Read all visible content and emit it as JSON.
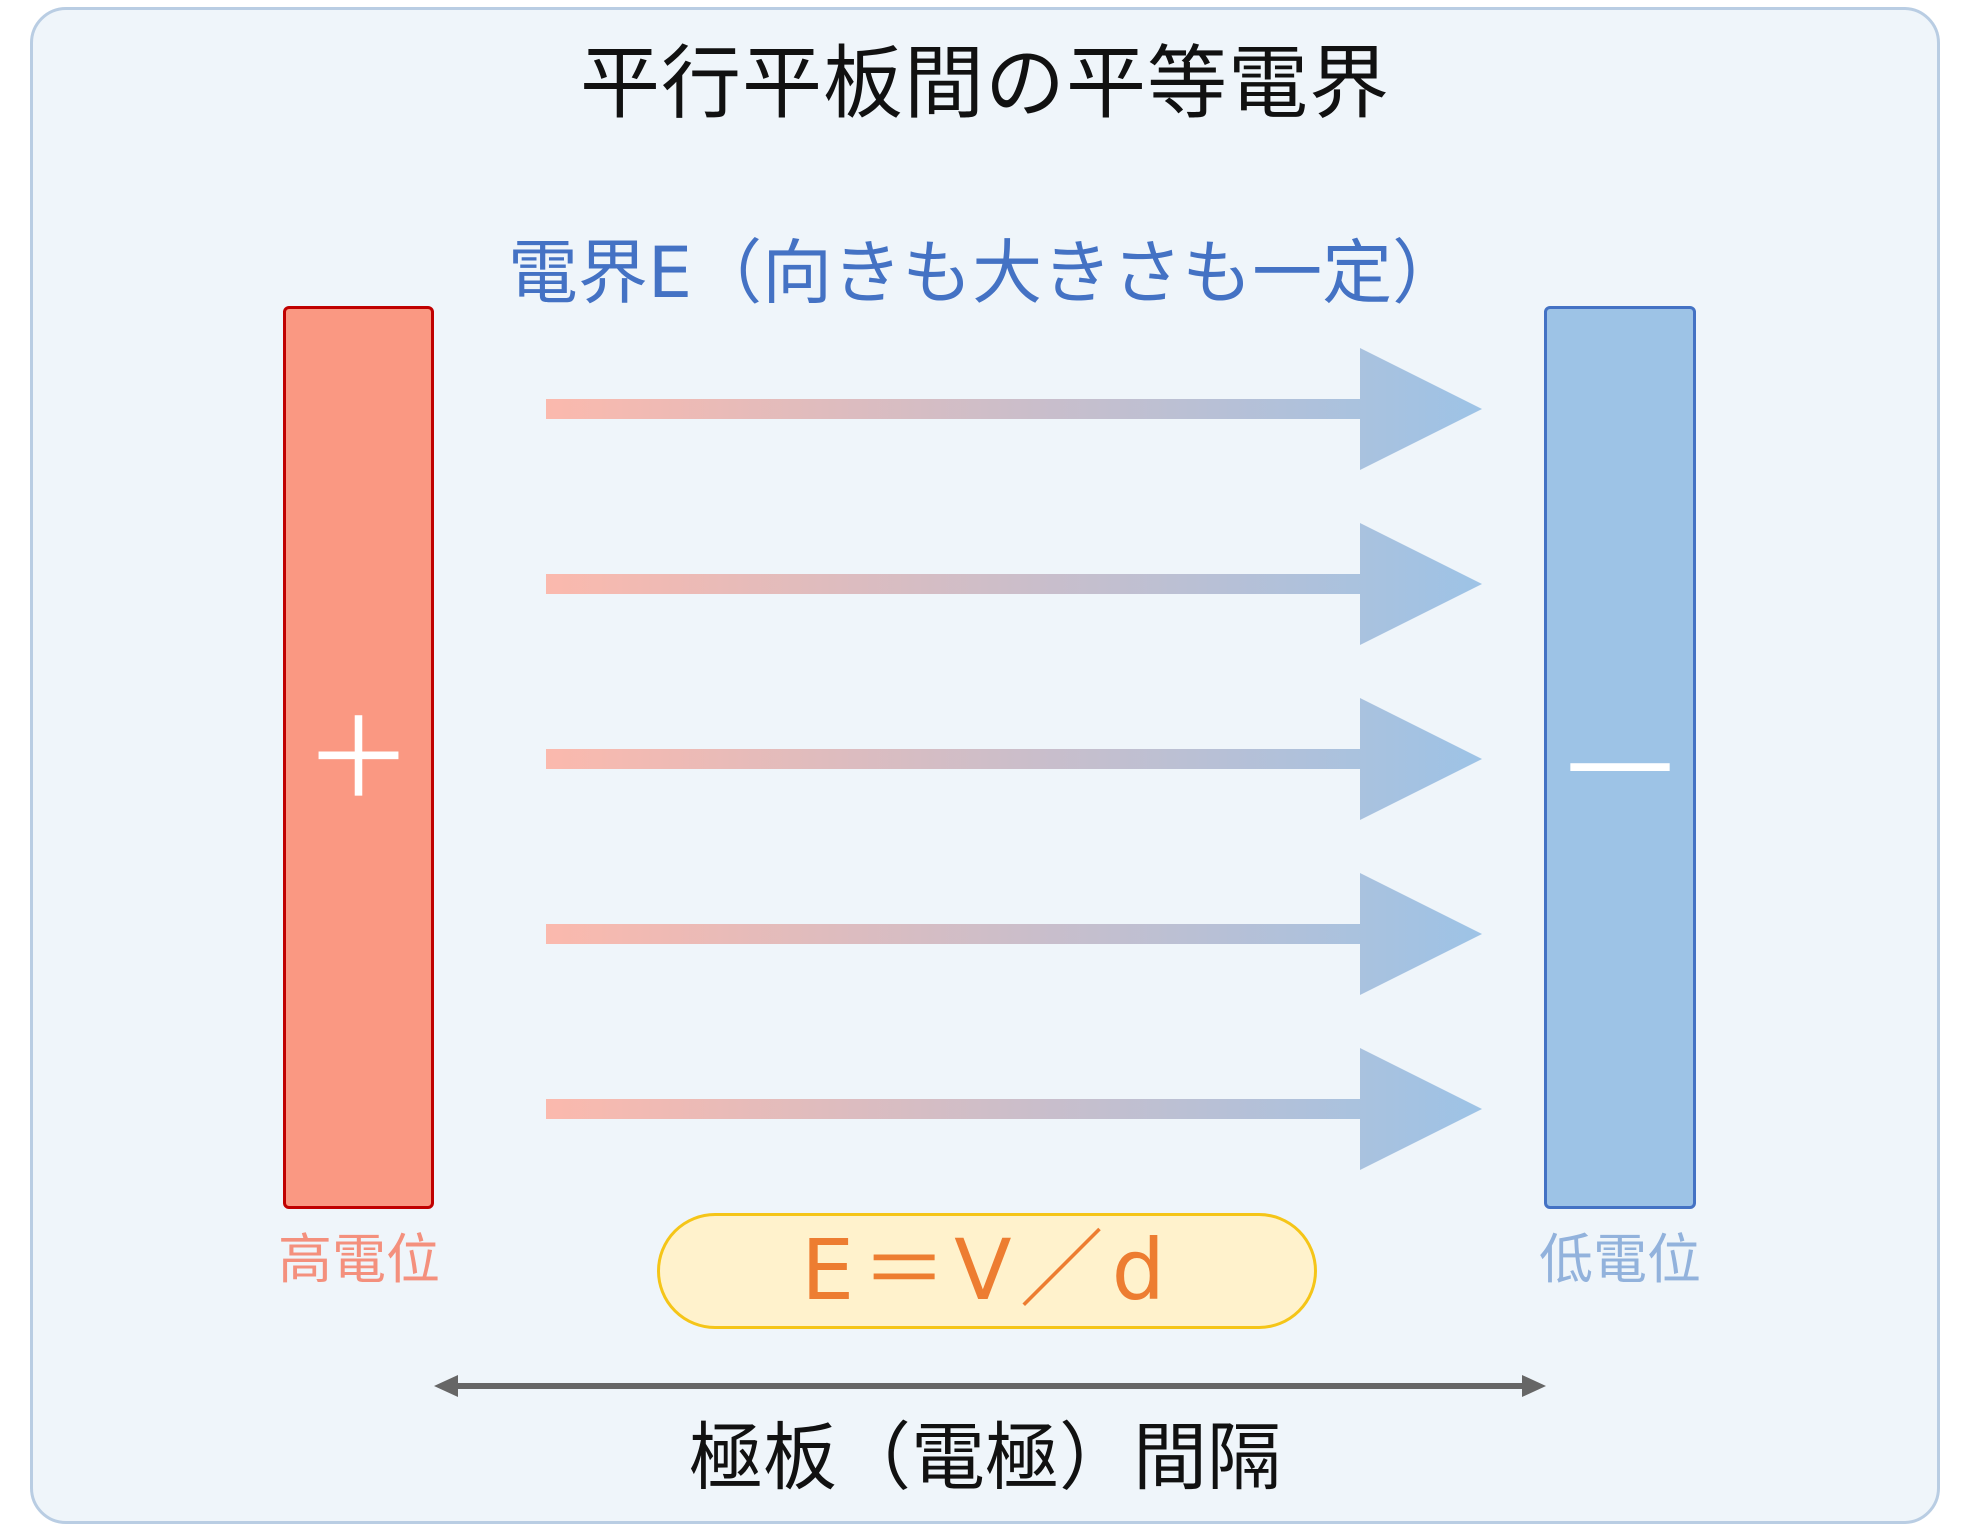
{
  "title": "平行平板間の平等電界",
  "field_label": "電界E（向きも大きさも一定）",
  "positive_plate": {
    "sign": "＋",
    "label": "高電位",
    "fill": "#fa9882",
    "border": "#c00000"
  },
  "negative_plate": {
    "sign": "—",
    "label": "低電位",
    "fill": "#9dc3e6",
    "border": "#4472c4"
  },
  "field_arrows": {
    "count": 5,
    "direction": "right",
    "gradient": [
      "#fbb9ad",
      "#9dc3e6"
    ]
  },
  "formula": "E＝V／d",
  "gap_label": "極板（電極）間隔",
  "colors": {
    "background": "#eff5fa",
    "panel_border": "#b9cde3",
    "field_text": "#4472c4",
    "formula_text": "#ed7d31",
    "formula_fill": "#fff2cc",
    "formula_border": "#f5c518"
  }
}
